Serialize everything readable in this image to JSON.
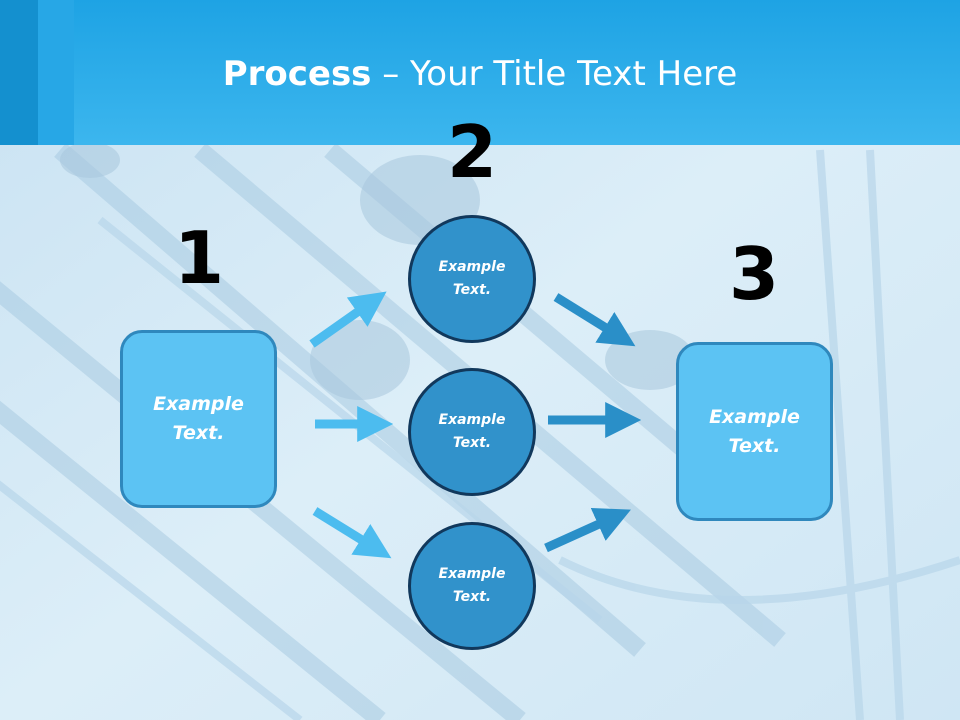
{
  "slide": {
    "title_bold": "Process",
    "title_rest": " – Your Title Text Here"
  },
  "steps": {
    "step1": {
      "number": "1",
      "text": "Example\nText."
    },
    "step2": {
      "number": "2"
    },
    "step3": {
      "number": "3",
      "text": "Example\nText."
    }
  },
  "circles": [
    {
      "text": "Example\nText."
    },
    {
      "text": "Example\nText."
    },
    {
      "text": "Example\nText."
    }
  ],
  "colors": {
    "header": "#29abe2",
    "box_fill": "#5cc3f3",
    "circle_fill": "#3192cb",
    "arrow_light": "#4cbcef",
    "arrow_dark": "#2a8fc8"
  }
}
